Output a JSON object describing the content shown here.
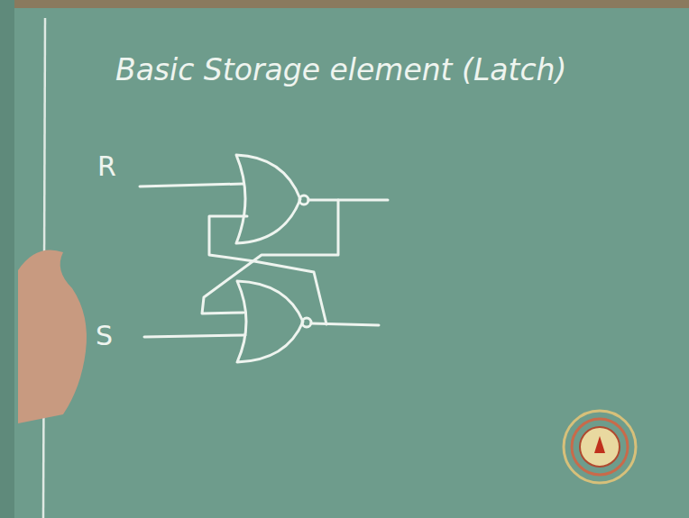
{
  "diagram": {
    "title": "Basic Storage element (Latch)",
    "labels": [
      "R",
      "S"
    ]
  }
}
